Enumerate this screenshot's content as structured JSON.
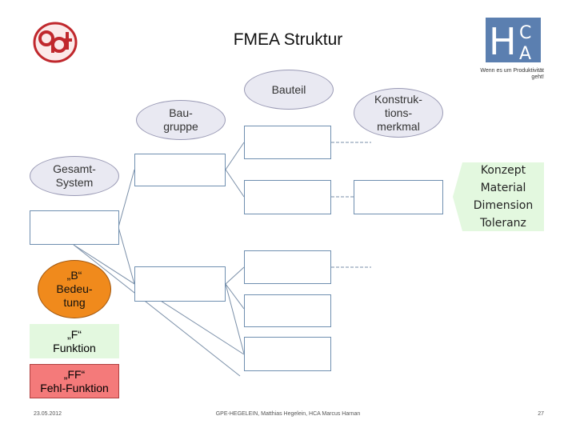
{
  "title": "FMEA Struktur",
  "logo_right": {
    "letters": [
      "H",
      "C",
      "A"
    ],
    "slogan": "Wenn es um Produktivität geht!"
  },
  "nodes": {
    "gesamt_system": [
      "Gesamt-",
      "System"
    ],
    "baugruppe": [
      "Bau-",
      "gruppe"
    ],
    "bauteil": "Bauteil",
    "konstruktionsmerkmal": [
      "Konstruk-",
      "tions-",
      "merkmal"
    ]
  },
  "legend": {
    "b": [
      "„B“",
      "Bedeu-",
      "tung"
    ],
    "f": [
      "„F“",
      "Funktion"
    ],
    "ff": [
      "„FF“",
      "Fehl-Funktion"
    ]
  },
  "callout": [
    "Konzept",
    "Material",
    "Dimension",
    "Toleranz"
  ],
  "footer": {
    "date": "23.05.2012",
    "credits": "GPE-HEGELEIN, Matthias Hegelein, HCA Marcus Harnan",
    "page": "27"
  }
}
